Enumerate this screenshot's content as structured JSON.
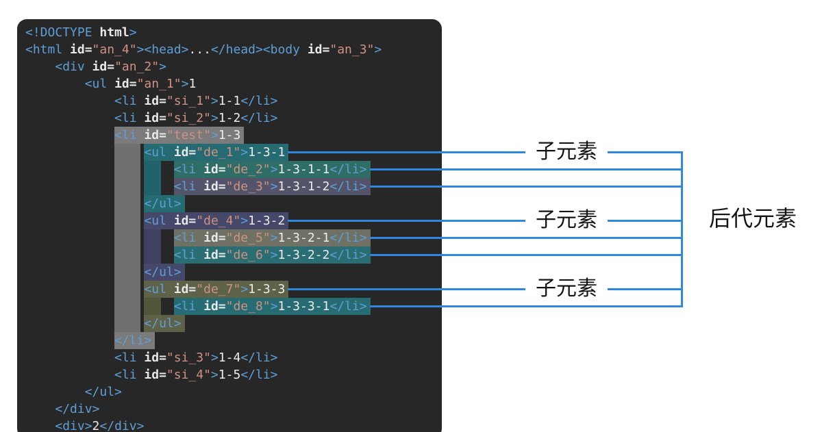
{
  "panel": {
    "background": "#272727"
  },
  "colors": {
    "tag": "#5e9fd8",
    "attr": "#e8e8e8",
    "str": "#cf9181",
    "txt": "#ececec",
    "connector": "#2f88e0",
    "highlight_gray": "#7b7b7b",
    "highlight_teal": "#266b72",
    "highlight_slate": "#454869",
    "highlight_olive": "#5e6249"
  },
  "code": {
    "lines": [
      {
        "indent": 0,
        "hl": null,
        "tokens": [
          [
            "tag",
            "<!DOCTYPE "
          ],
          [
            "attr",
            "html"
          ],
          [
            "tag",
            ">"
          ]
        ]
      },
      {
        "indent": 0,
        "hl": null,
        "tokens": [
          [
            "tag",
            "<html "
          ],
          [
            "attr",
            "id="
          ],
          [
            "str",
            "\"an_4\""
          ],
          [
            "tag",
            "><head>"
          ],
          [
            "txt",
            "..."
          ],
          [
            "tag",
            "</head><body "
          ],
          [
            "attr",
            "id="
          ],
          [
            "str",
            "\"an_3\""
          ],
          [
            "tag",
            ">"
          ]
        ]
      },
      {
        "indent": 4,
        "hl": null,
        "tokens": [
          [
            "tag",
            "<div "
          ],
          [
            "attr",
            "id="
          ],
          [
            "str",
            "\"an_2\""
          ],
          [
            "tag",
            ">"
          ]
        ]
      },
      {
        "indent": 8,
        "hl": null,
        "tokens": [
          [
            "tag",
            "<ul "
          ],
          [
            "attr",
            "id="
          ],
          [
            "str",
            "\"an_1\""
          ],
          [
            "tag",
            ">"
          ],
          [
            "txt",
            "1"
          ]
        ]
      },
      {
        "indent": 12,
        "hl": null,
        "tokens": [
          [
            "tag",
            "<li "
          ],
          [
            "attr",
            "id="
          ],
          [
            "str",
            "\"si_1\""
          ],
          [
            "tag",
            ">"
          ],
          [
            "txt",
            "1-1"
          ],
          [
            "tag",
            "</li>"
          ]
        ]
      },
      {
        "indent": 12,
        "hl": null,
        "tokens": [
          [
            "tag",
            "<li "
          ],
          [
            "attr",
            "id="
          ],
          [
            "str",
            "\"si_2\""
          ],
          [
            "tag",
            ">"
          ],
          [
            "txt",
            "1-2"
          ],
          [
            "tag",
            "</li>"
          ]
        ]
      },
      {
        "indent": 12,
        "hl": "#7b7b7b",
        "tokens": [
          [
            "tag",
            "<li "
          ],
          [
            "attr",
            "id="
          ],
          [
            "str",
            "\"test\""
          ],
          [
            "tag",
            ">"
          ],
          [
            "txt",
            "1-3"
          ]
        ]
      },
      {
        "indent": 16,
        "hl": "#266b72",
        "tokens": [
          [
            "tag",
            "<ul "
          ],
          [
            "attr",
            "id="
          ],
          [
            "str",
            "\"de_1\""
          ],
          [
            "tag",
            ">"
          ],
          [
            "txt",
            "1-3-1"
          ]
        ]
      },
      {
        "indent": 20,
        "hl": "#2e6e66",
        "tokens": [
          [
            "tag",
            "<li "
          ],
          [
            "attr",
            "id="
          ],
          [
            "str",
            "\"de_2\""
          ],
          [
            "tag",
            ">"
          ],
          [
            "txt",
            "1-3-1-1"
          ],
          [
            "tag",
            "</li>"
          ]
        ]
      },
      {
        "indent": 20,
        "hl": "#53546a",
        "tokens": [
          [
            "tag",
            "<li "
          ],
          [
            "attr",
            "id="
          ],
          [
            "str",
            "\"de_3\""
          ],
          [
            "tag",
            ">"
          ],
          [
            "txt",
            "1-3-1-2"
          ],
          [
            "tag",
            "</li>"
          ]
        ]
      },
      {
        "indent": 16,
        "hl": "#266b72",
        "tokens": [
          [
            "tag",
            "</ul>"
          ]
        ]
      },
      {
        "indent": 16,
        "hl": "#454869",
        "tokens": [
          [
            "tag",
            "<ul "
          ],
          [
            "attr",
            "id="
          ],
          [
            "str",
            "\"de_4\""
          ],
          [
            "tag",
            ">"
          ],
          [
            "txt",
            "1-3-2"
          ]
        ]
      },
      {
        "indent": 20,
        "hl": "#6e7163",
        "tokens": [
          [
            "tag",
            "<li "
          ],
          [
            "attr",
            "id="
          ],
          [
            "str",
            "\"de_5\""
          ],
          [
            "tag",
            ">"
          ],
          [
            "txt",
            "1-3-2-1"
          ],
          [
            "tag",
            "</li>"
          ]
        ]
      },
      {
        "indent": 20,
        "hl": "#2a6d72",
        "tokens": [
          [
            "tag",
            "<li "
          ],
          [
            "attr",
            "id="
          ],
          [
            "str",
            "\"de_6\""
          ],
          [
            "tag",
            ">"
          ],
          [
            "txt",
            "1-3-2-2"
          ],
          [
            "tag",
            "</li>"
          ]
        ]
      },
      {
        "indent": 16,
        "hl": "#454869",
        "tokens": [
          [
            "tag",
            "</ul>"
          ]
        ]
      },
      {
        "indent": 16,
        "hl": "#5e6249",
        "tokens": [
          [
            "tag",
            "<ul "
          ],
          [
            "attr",
            "id="
          ],
          [
            "str",
            "\"de_7\""
          ],
          [
            "tag",
            ">"
          ],
          [
            "txt",
            "1-3-3"
          ]
        ]
      },
      {
        "indent": 20,
        "hl": "#266c72",
        "tokens": [
          [
            "tag",
            "<li "
          ],
          [
            "attr",
            "id="
          ],
          [
            "str",
            "\"de_8\""
          ],
          [
            "tag",
            ">"
          ],
          [
            "txt",
            "1-3-3-1"
          ],
          [
            "tag",
            "</li>"
          ]
        ]
      },
      {
        "indent": 16,
        "hl": "#5e6249",
        "tokens": [
          [
            "tag",
            "</ul>"
          ]
        ]
      },
      {
        "indent": 12,
        "hl": "#7b7b7b",
        "tokens": [
          [
            "tag",
            "</li>"
          ]
        ]
      },
      {
        "indent": 12,
        "hl": null,
        "tokens": [
          [
            "tag",
            "<li "
          ],
          [
            "attr",
            "id="
          ],
          [
            "str",
            "\"si_3\""
          ],
          [
            "tag",
            ">"
          ],
          [
            "txt",
            "1-4"
          ],
          [
            "tag",
            "</li>"
          ]
        ]
      },
      {
        "indent": 12,
        "hl": null,
        "tokens": [
          [
            "tag",
            "<li "
          ],
          [
            "attr",
            "id="
          ],
          [
            "str",
            "\"si_4\""
          ],
          [
            "tag",
            ">"
          ],
          [
            "txt",
            "1-5"
          ],
          [
            "tag",
            "</li>"
          ]
        ]
      },
      {
        "indent": 8,
        "hl": null,
        "tokens": [
          [
            "tag",
            "</ul>"
          ]
        ]
      },
      {
        "indent": 4,
        "hl": null,
        "tokens": [
          [
            "tag",
            "</div>"
          ]
        ]
      },
      {
        "indent": 4,
        "hl": null,
        "tokens": [
          [
            "tag",
            "<div>"
          ],
          [
            "txt",
            "2"
          ],
          [
            "tag",
            "</div>"
          ]
        ]
      }
    ]
  },
  "annotations": {
    "child_label": "子元素",
    "descendant_label": "后代元素"
  }
}
